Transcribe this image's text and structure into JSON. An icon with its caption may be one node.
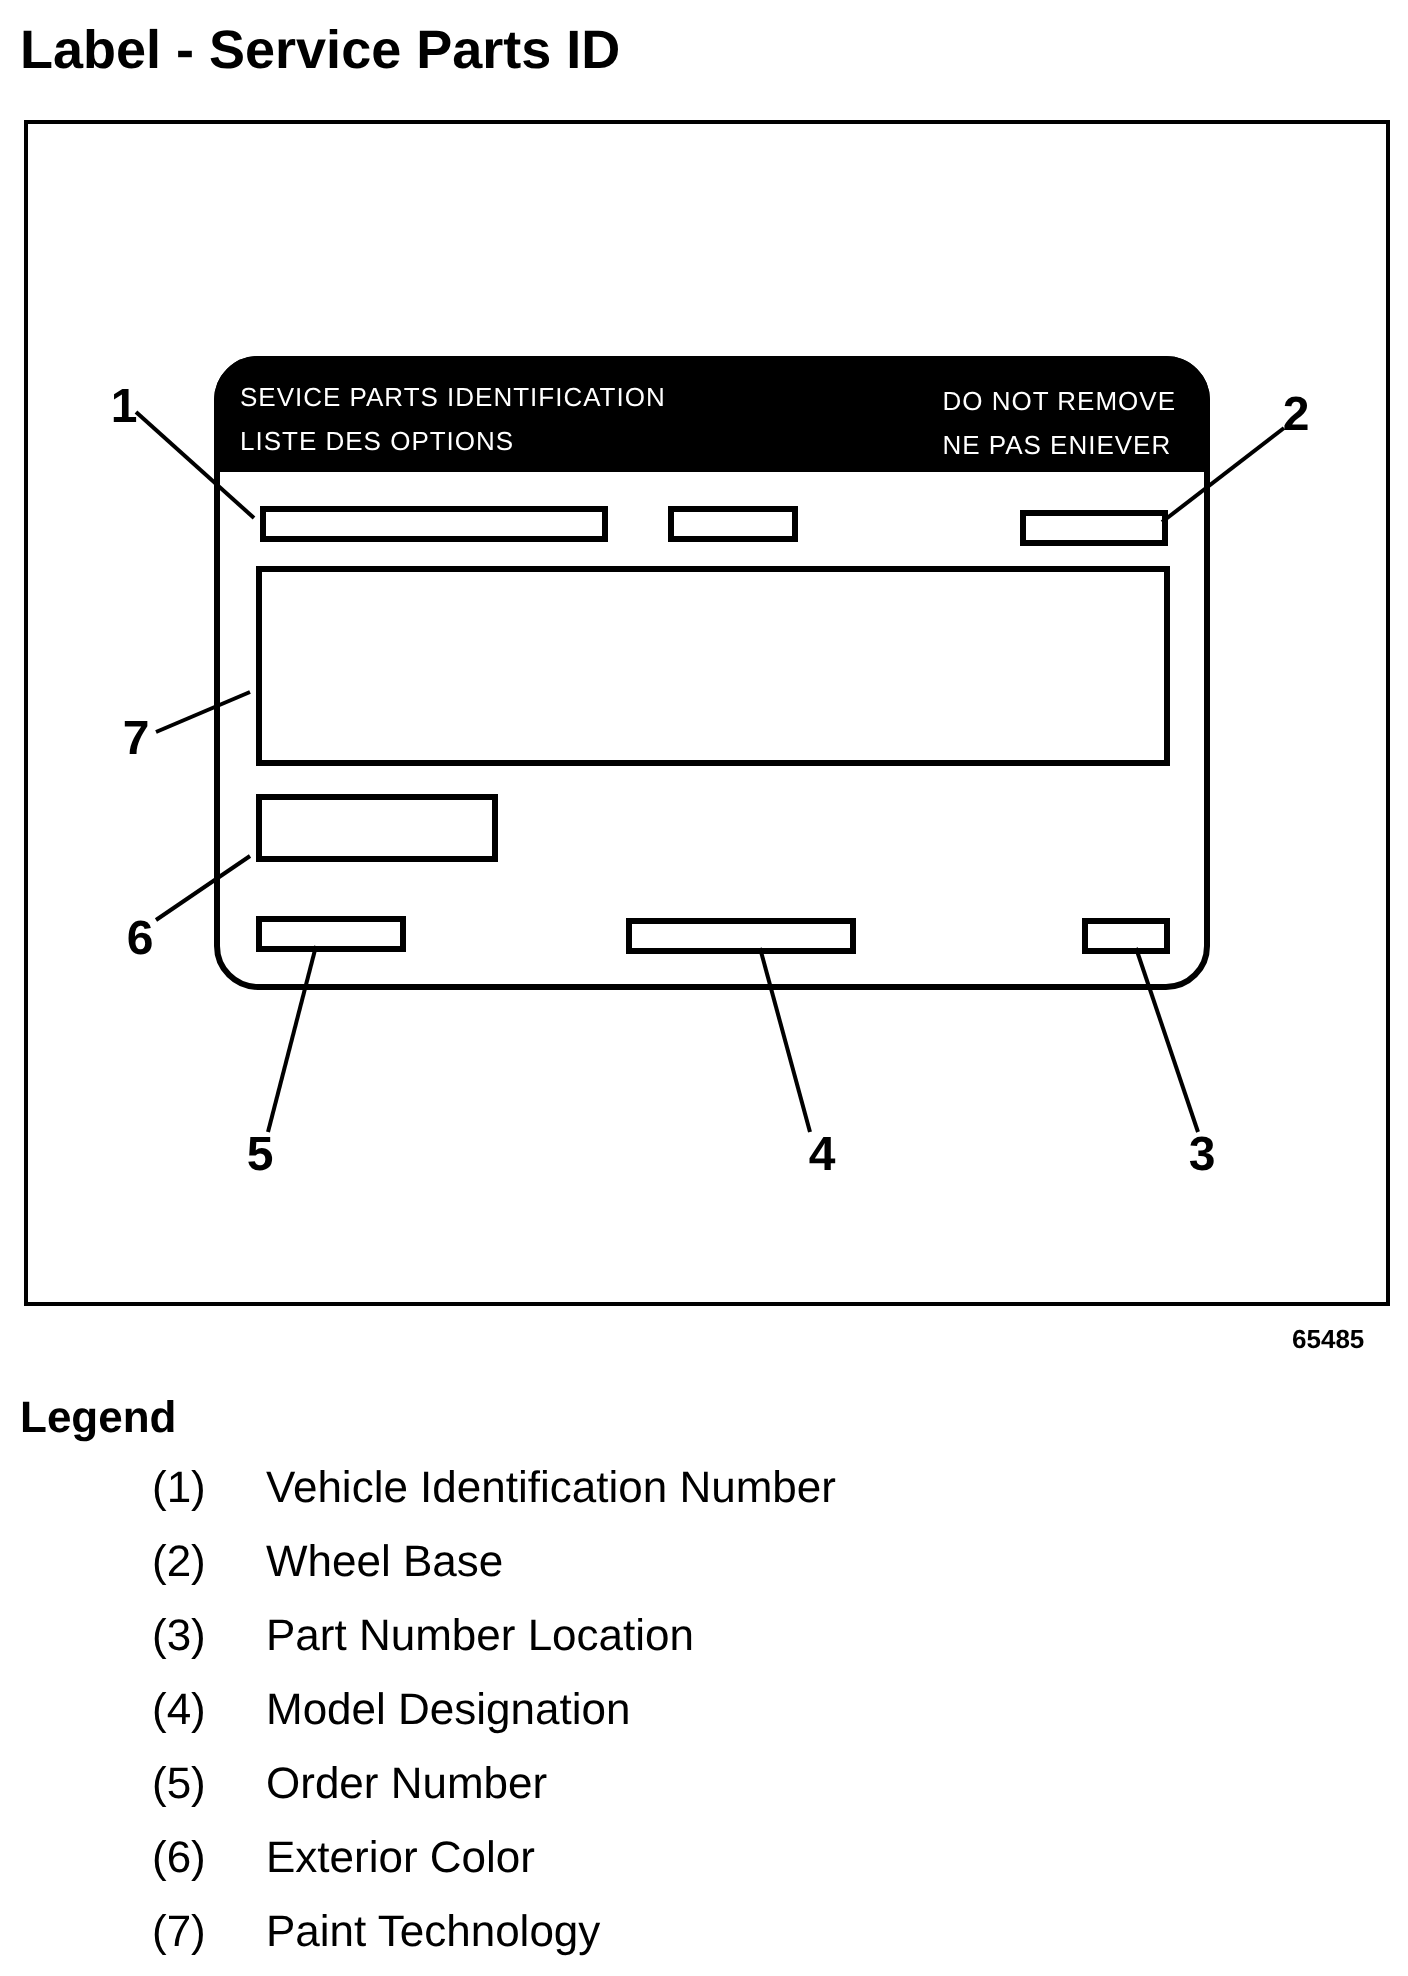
{
  "diagram": {
    "title": "Label - Service Parts ID",
    "nodes": [
      {
        "text": [
          "SEVICE PARTS IDENTIFICATION",
          "LISTE DES OPTIONS",
          "DO NOT REMOVE",
          "NE PAS ENIEVER"
        ]
      },
      {
        "text": [],
        "shape": "box",
        "in": 0
      },
      {
        "text": [],
        "shape": "box",
        "in": 0
      },
      {
        "text": [],
        "shape": "box",
        "in": 0
      },
      {
        "text": [],
        "shape": "box",
        "in": 0
      },
      {
        "text": [],
        "shape": "box",
        "in": 0
      },
      {
        "text": [],
        "shape": "box",
        "in": 0
      },
      {
        "text": [],
        "shape": "box",
        "in": 0
      },
      {
        "text": [],
        "shape": "box",
        "in": 0
      },
      {
        "text": [
          "1"
        ]
      },
      {
        "text": [
          "2"
        ]
      },
      {
        "text": [
          "7"
        ]
      },
      {
        "text": [
          "6"
        ]
      },
      {
        "text": [
          "5"
        ]
      },
      {
        "text": [
          "4"
        ]
      },
      {
        "text": [
          "3"
        ]
      }
    ],
    "edges": [
      {
        "from": 9,
        "to": 1,
        "arrow": "none"
      },
      {
        "from": 10,
        "to": 3,
        "arrow": "none"
      },
      {
        "from": 11,
        "to": 4,
        "arrow": "none"
      },
      {
        "from": 12,
        "to": 5,
        "arrow": "none"
      },
      {
        "from": 13,
        "to": 6,
        "arrow": "none"
      },
      {
        "from": 14,
        "to": 7,
        "arrow": "none"
      },
      {
        "from": 15,
        "to": 8,
        "arrow": "none"
      }
    ],
    "labels": [
      "65485",
      "Legend",
      "(1)",
      "Vehicle Identification Number",
      "(2)",
      "Wheel Base",
      "(3)",
      "Part Number Location",
      "(4)",
      "Model Designation",
      "(5)",
      "Order Number",
      "(6)",
      "Exterior Color",
      "(7)",
      "Paint Technology"
    ]
  }
}
